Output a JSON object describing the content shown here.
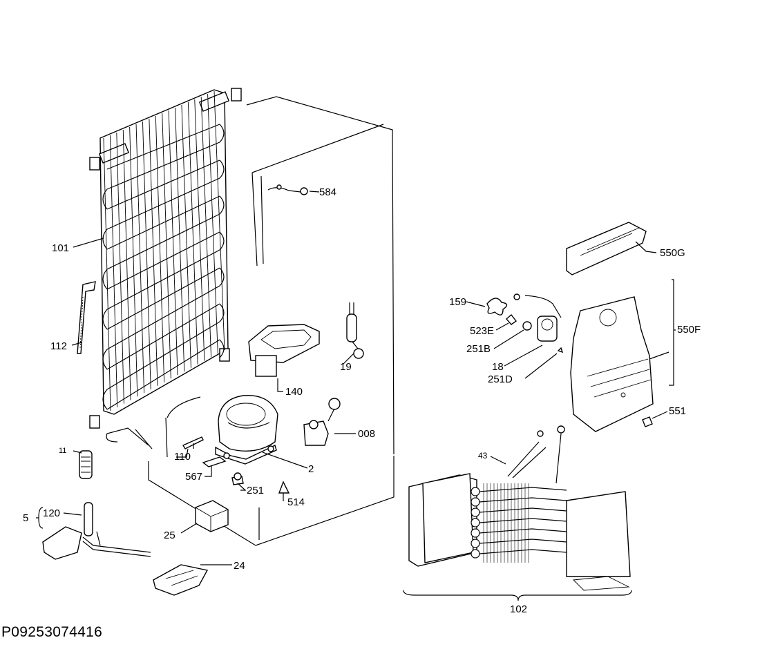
{
  "doc_code": "P09253074416",
  "labels": {
    "l101": "101",
    "l112": "112",
    "l11": "11",
    "l5": "5",
    "l120": "120",
    "l584": "584",
    "l140": "140",
    "l19": "19",
    "l008": "008",
    "l2": "2",
    "l110": "110",
    "l567": "567",
    "l251": "251",
    "l514": "514",
    "l25": "25",
    "l24": "24",
    "l550G": "550G",
    "l550F": "550F",
    "l159": "159",
    "l523E": "523E",
    "l251B": "251B",
    "l18": "18",
    "l251D": "251D",
    "l551": "551",
    "l43": "43",
    "l102": "102"
  }
}
